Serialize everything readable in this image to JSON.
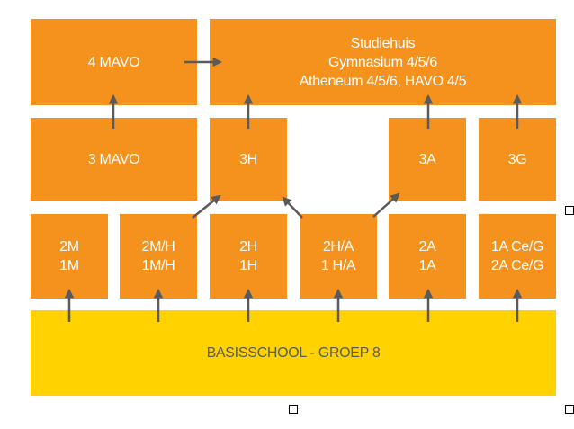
{
  "diagram": {
    "top_left": "4 MAVO",
    "top_right": [
      "Studiehuis",
      "Gymnasium 4/5/6",
      "Atheneum 4/5/6, HAVO 4/5"
    ],
    "middle": [
      "3 MAVO",
      "3H",
      "3A",
      "3G"
    ],
    "bottom": [
      [
        "2M",
        "1M"
      ],
      [
        "2M/H",
        "1M/H"
      ],
      [
        "2H",
        "1H"
      ],
      [
        "2H/A",
        "1 H/A"
      ],
      [
        "2A",
        "1A"
      ],
      [
        "1A Ce/G",
        "2A Ce/G"
      ]
    ],
    "base": "BASISSCHOOL - GROEP 8"
  },
  "colors": {
    "orange": "#f5921e",
    "yellow": "#ffd200",
    "arrow": "#5a5a5a"
  }
}
